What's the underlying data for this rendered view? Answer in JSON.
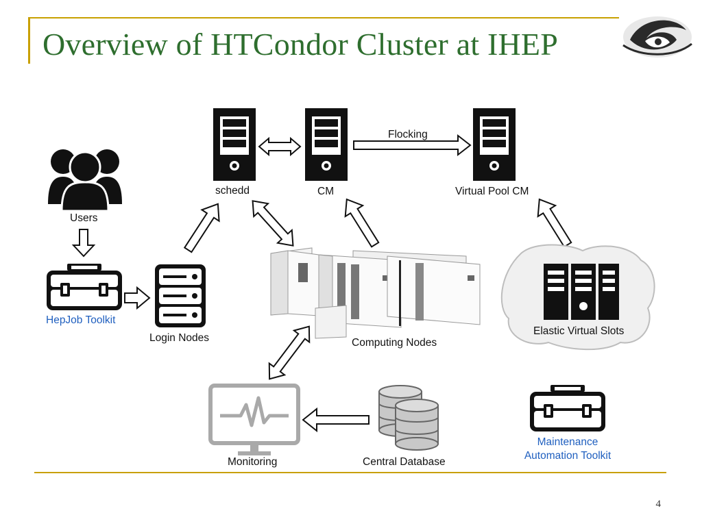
{
  "slide": {
    "title": "Overview of HTCondor Cluster at IHEP",
    "page_number": "4"
  },
  "nodes": {
    "users": "Users",
    "hepjob_toolkit": "HepJob Toolkit",
    "login_nodes": "Login Nodes",
    "schedd": "schedd",
    "cm": "CM",
    "virtual_pool_cm": "Virtual Pool CM",
    "computing_nodes": "Computing Nodes",
    "elastic_virtual_slots": "Elastic Virtual Slots",
    "monitoring": "Monitoring",
    "central_database": "Central Database",
    "maintenance_line1": "Maintenance",
    "maintenance_line2": "Automation Toolkit"
  },
  "edges": {
    "flocking": "Flocking"
  },
  "colors": {
    "accent": "#c8a000",
    "title": "#2e6e2e",
    "link_text": "#1f5fbf"
  }
}
